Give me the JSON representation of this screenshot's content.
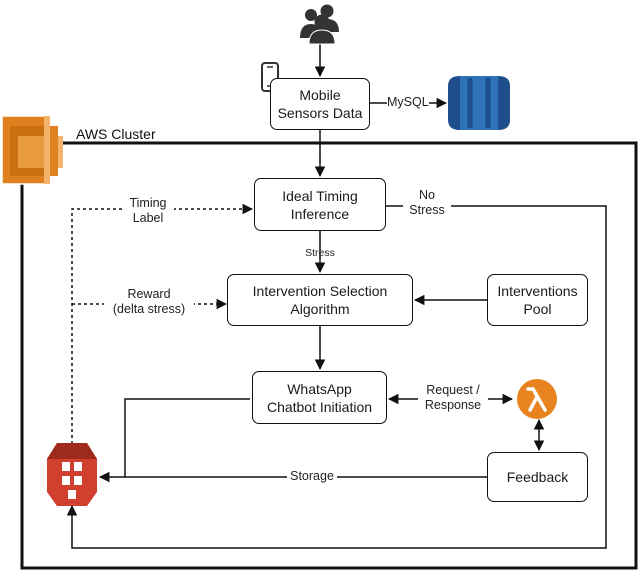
{
  "cluster": {
    "title": "AWS Cluster"
  },
  "nodes": {
    "mobile": "Mobile\nSensors Data",
    "timing": "Ideal Timing\nInference",
    "selection": "Intervention Selection\nAlgorithm",
    "pool": "Interventions\nPool",
    "whatsapp": "WhatsApp\nChatbot Initiation",
    "feedback": "Feedback"
  },
  "edge_labels": {
    "mysql": "MySQL",
    "stress": "Stress",
    "no_stress": "No\nStress",
    "timing_label": "Timing\nLabel",
    "reward": "Reward\n(delta stress)",
    "request_response": "Request /\nResponse",
    "storage": "Storage"
  },
  "icons": {
    "users": "users-icon",
    "phone": "mobile-phone-icon",
    "database": "rds-database-icon",
    "ec2": "ec2-instances-icon",
    "lambda": "lambda-icon",
    "s3": "s3-bucket-icon"
  },
  "colors": {
    "rds_blue": "#2E73B8",
    "rds_dark": "#1F4E8C",
    "ec2_orange": "#E0811F",
    "lambda_orange": "#E8841F",
    "s3_red": "#D13F2E"
  }
}
